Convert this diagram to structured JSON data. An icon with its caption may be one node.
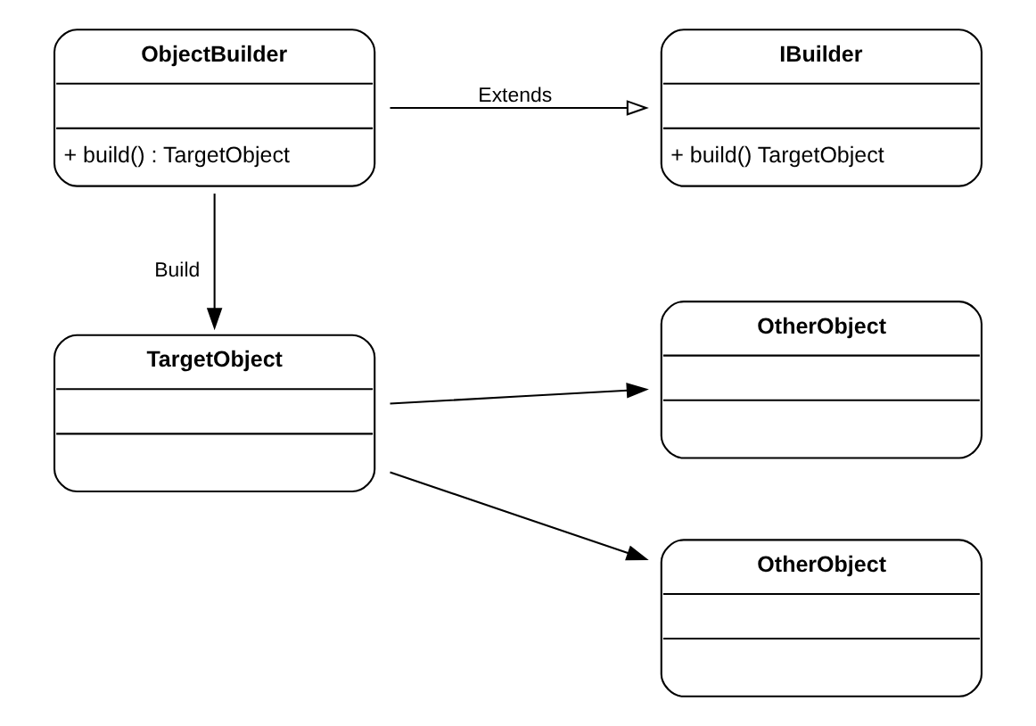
{
  "diagram": {
    "nodes": [
      {
        "text": [
          "ObjectBuilder",
          "+ build() : TargetObject"
        ]
      },
      {
        "text": [
          "IBuilder",
          "+ build() TargetObject"
        ]
      },
      {
        "text": [
          "TargetObject"
        ]
      },
      {
        "text": [
          "OtherObject"
        ]
      },
      {
        "text": [
          "OtherObject"
        ]
      }
    ],
    "edges": [
      {
        "from": 0,
        "to": 1,
        "arrow": "to",
        "label": "Extends"
      },
      {
        "from": 0,
        "to": 2,
        "arrow": "to",
        "label": "Build"
      },
      {
        "from": 2,
        "to": 3,
        "arrow": "to"
      },
      {
        "from": 2,
        "to": 4,
        "arrow": "to"
      }
    ]
  }
}
